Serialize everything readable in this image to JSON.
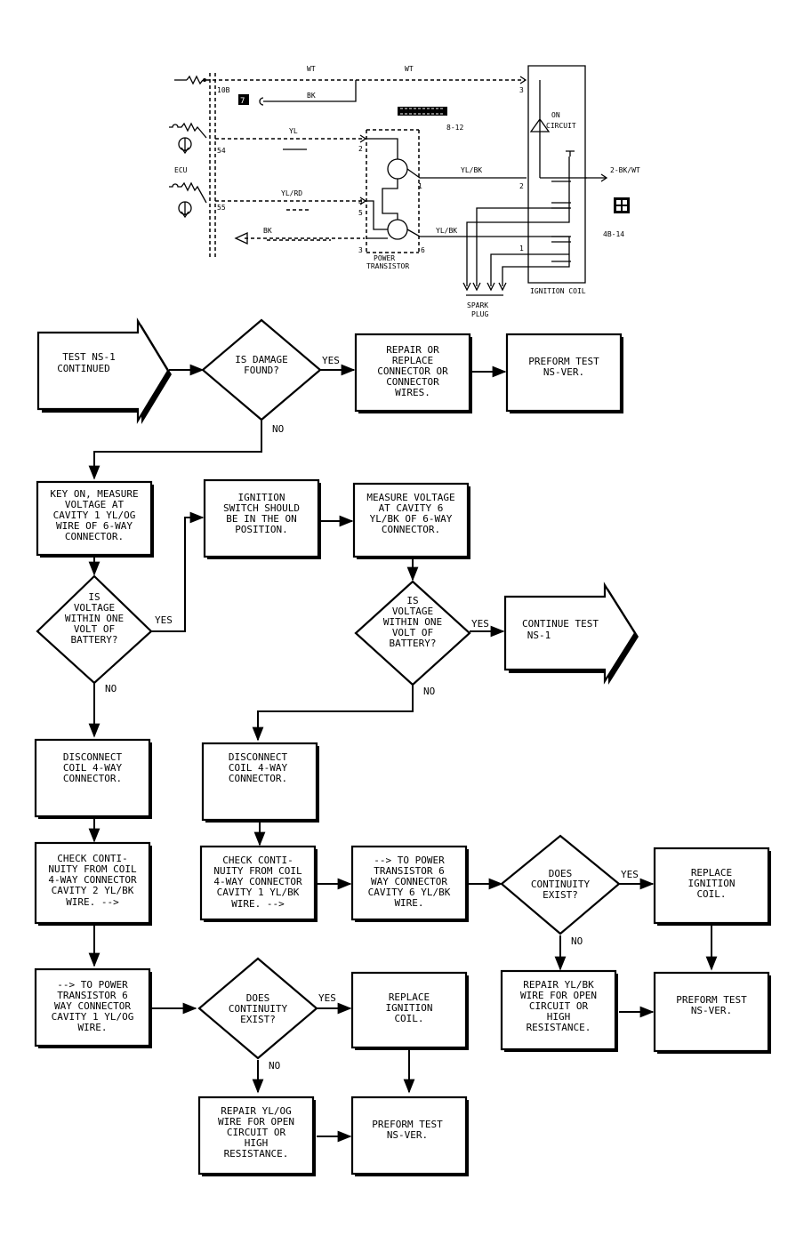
{
  "schematic": {
    "wires": [
      "WT",
      "WT",
      "BK",
      "YL",
      "YL/RD",
      "BK",
      "YL/BK",
      "YL/BK",
      "2-BK/WT"
    ],
    "pins": [
      "10B",
      "54",
      "55",
      "2",
      "4",
      "5",
      "3",
      "6",
      "1",
      "3",
      "2",
      "1"
    ],
    "component_labels": {
      "ecu": "ECU",
      "power_transistor": [
        "POWER",
        "TRANSISTOR"
      ],
      "on_circuit": [
        "ON",
        "CIRCUIT"
      ],
      "ref_1": "8-12",
      "ref_2": "4B-14",
      "spark_plug": [
        "SPARK",
        "PLUG"
      ],
      "ignition_coil": "IGNITION COIL",
      "badge": "7"
    }
  },
  "flow": {
    "start": [
      "TEST NS-1",
      "CONTINUED"
    ],
    "q_damage": [
      "IS DAMAGE",
      "FOUND?"
    ],
    "repair_connector": [
      "REPAIR OR",
      "REPLACE",
      "CONNECTOR OR",
      "CONNECTOR",
      "WIRES."
    ],
    "perform_test_1": [
      "PREFORM TEST",
      "NS-VER."
    ],
    "key_on": [
      "KEY ON, MEASURE",
      "VOLTAGE AT",
      "CAVITY 1 YL/OG",
      "WIRE OF 6-WAY",
      "CONNECTOR."
    ],
    "ign_switch": [
      "IGNITION",
      "SWITCH SHOULD",
      "BE IN THE ON",
      "POSITION."
    ],
    "measure_cav6": [
      "MEASURE VOLTAGE",
      "AT CAVITY 6",
      "YL/BK OF 6-WAY",
      "CONNECTOR."
    ],
    "q_volt_1": [
      "IS",
      "VOLTAGE",
      "WITHIN ONE",
      "VOLT OF",
      "BATTERY?"
    ],
    "q_volt_2": [
      "IS",
      "VOLTAGE",
      "WITHIN ONE",
      "VOLT OF",
      "BATTERY?"
    ],
    "continue": [
      "CONTINUE TEST",
      "NS-1"
    ],
    "disconnect_1": [
      "DISCONNECT",
      "COIL 4-WAY",
      "CONNECTOR."
    ],
    "disconnect_2": [
      "DISCONNECT",
      "COIL 4-WAY",
      "CONNECTOR."
    ],
    "check_cav2": [
      "CHECK CONTI-",
      "NUITY FROM COIL",
      "4-WAY CONNECTOR",
      "CAVITY 2 YL/BK",
      "WIRE.       -->"
    ],
    "check_cav1": [
      "CHECK CONTI-",
      "NUITY FROM COIL",
      "4-WAY CONNECTOR",
      "CAVITY 1 YL/BK",
      "WIRE.      -->"
    ],
    "to_pt_cav6": [
      "--> TO POWER",
      "TRANSISTOR 6",
      "WAY CONNECTOR",
      "CAVITY 6 YL/BK",
      "WIRE."
    ],
    "to_pt_cav1": [
      "--> TO POWER",
      "TRANSISTOR 6",
      "WAY CONNECTOR",
      "CAVITY 1 YL/OG",
      "WIRE."
    ],
    "q_cont_1": [
      "DOES",
      "CONTINUITY",
      "EXIST?"
    ],
    "q_cont_2": [
      "DOES",
      "CONTINUITY",
      "EXIST?"
    ],
    "replace_coil_1": [
      "REPLACE",
      "IGNITION",
      "COIL."
    ],
    "replace_coil_2": [
      "REPLACE",
      "IGNITION",
      "COIL."
    ],
    "repair_ylbk": [
      "REPAIR YL/BK",
      "WIRE FOR OPEN",
      "CIRCUIT OR",
      "HIGH",
      "RESISTANCE."
    ],
    "repair_ylog": [
      "REPAIR YL/OG",
      "WIRE FOR OPEN",
      "CIRCUIT OR",
      "HIGH",
      "RESISTANCE."
    ],
    "perform_test_2": [
      "PREFORM TEST",
      "NS-VER."
    ],
    "perform_test_3": [
      "PREFORM TEST",
      "NS-VER."
    ],
    "yes": "YES",
    "no": "NO"
  }
}
